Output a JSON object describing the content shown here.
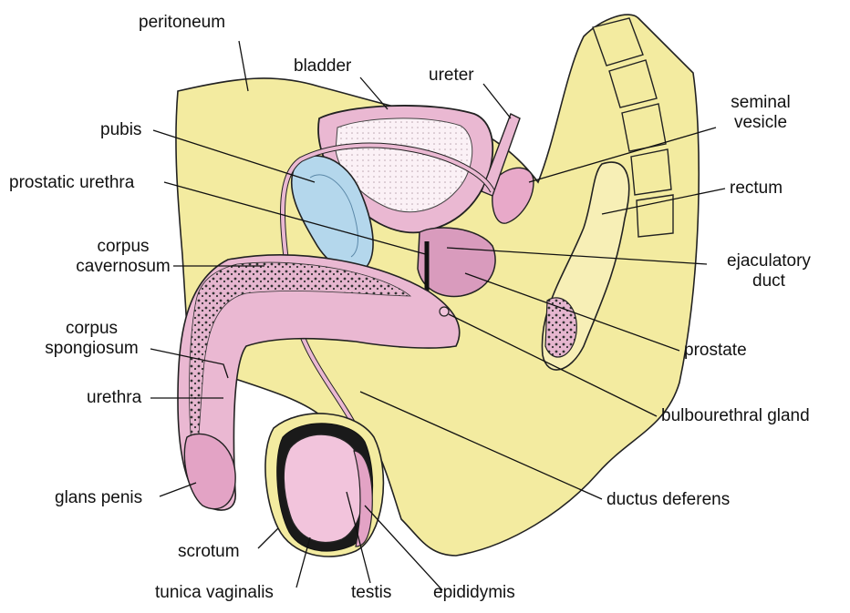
{
  "labels": {
    "peritoneum": "peritoneum",
    "bladder": "bladder",
    "ureter": "ureter",
    "seminal_vesicle": [
      "seminal",
      "vesicle"
    ],
    "pubis": "pubis",
    "prostatic_urethra": "prostatic urethra",
    "rectum": "rectum",
    "corpus_cavernosum": [
      "corpus",
      "cavernosum"
    ],
    "ejaculatory_duct": [
      "ejaculatory",
      "duct"
    ],
    "corpus_spongiosum": [
      "corpus",
      "spongiosum"
    ],
    "prostate": "prostate",
    "urethra": "urethra",
    "bulbourethral_gland": "bulbourethral gland",
    "glans_penis": "glans penis",
    "ductus_deferens": "ductus deferens",
    "scrotum": "scrotum",
    "tunica_vaginalis": "tunica vaginalis",
    "testis": "testis",
    "epididymis": "epididymis"
  },
  "colors": {
    "tissue": "#f3eba0",
    "tissue_dark": "#e8dc86",
    "organ_pink": "#eab8d2",
    "organ_pink_dark": "#d99bbd",
    "pubis_blue": "#b4d7ec",
    "outline": "#222222",
    "leader": "#111111"
  }
}
